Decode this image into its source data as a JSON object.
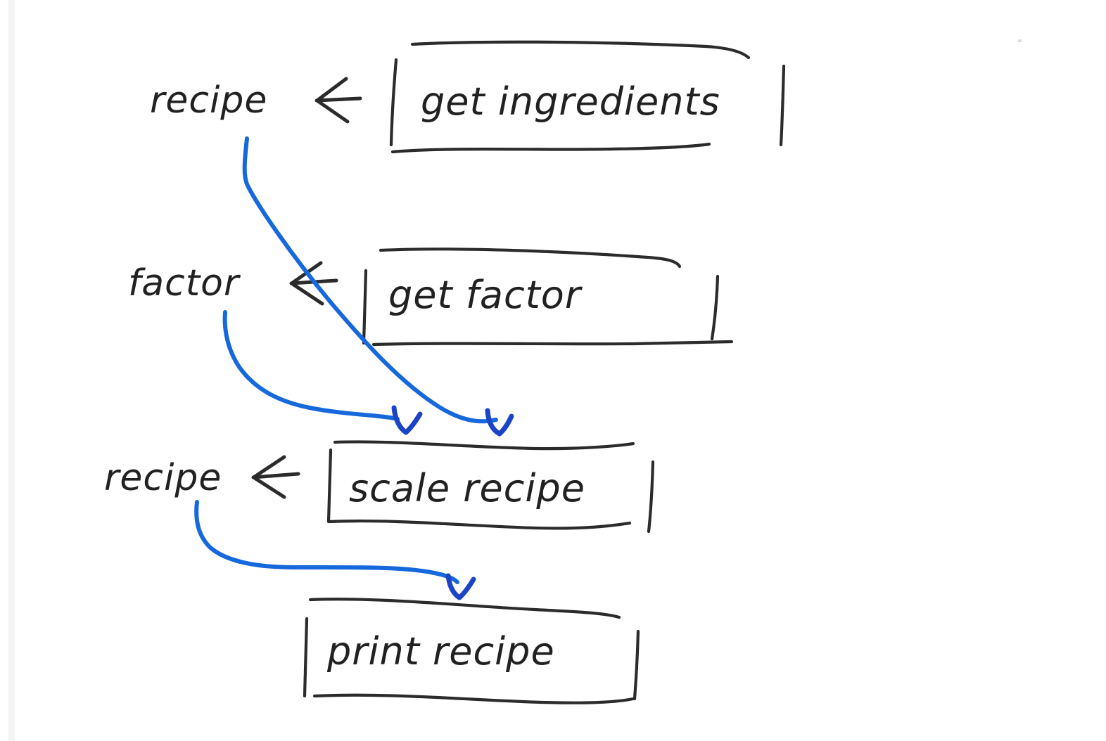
{
  "diagram": {
    "title": "recipe scaling dataflow sketch",
    "medium": "hand-drawn on white paper",
    "ink_color": "#2b2b2b",
    "flow_color": "#1668dd",
    "background": "#ffffff",
    "assign_symbol": "←"
  },
  "steps": [
    {
      "id": "get-ingredients",
      "output_variable": "recipe",
      "assign_symbol": "←",
      "operation": "get ingredients",
      "row": 1
    },
    {
      "id": "get-factor",
      "output_variable": "factor",
      "assign_symbol": "←",
      "operation": "get factor",
      "row": 2
    },
    {
      "id": "scale-recipe",
      "output_variable": "recipe",
      "assign_symbol": "←",
      "operation": "scale recipe",
      "row": 3
    },
    {
      "id": "print-recipe",
      "output_variable": "",
      "assign_symbol": "",
      "operation": "print recipe",
      "row": 4
    }
  ],
  "flows": [
    {
      "id": "recipe-to-scale",
      "from_variable": "recipe",
      "from_step": "get-ingredients",
      "to_step": "scale-recipe",
      "color": "#1668dd"
    },
    {
      "id": "factor-to-scale",
      "from_variable": "factor",
      "from_step": "get-factor",
      "to_step": "scale-recipe",
      "color": "#1668dd"
    },
    {
      "id": "recipe-to-print",
      "from_variable": "recipe",
      "from_step": "scale-recipe",
      "to_step": "print-recipe",
      "color": "#1668dd"
    }
  ]
}
